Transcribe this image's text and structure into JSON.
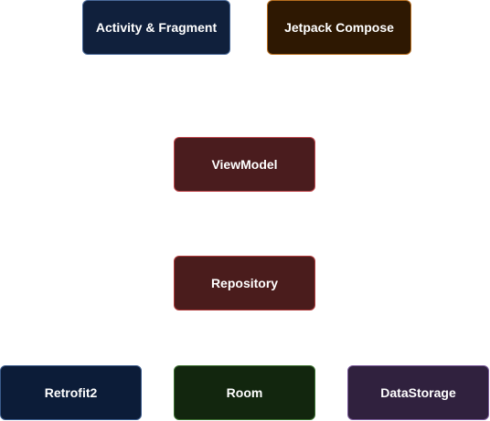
{
  "diagram": {
    "nodes": [
      {
        "id": "activity",
        "label": "Activity & Fragment",
        "fill": "#10203c",
        "border": "#4a6a9a"
      },
      {
        "id": "compose",
        "label": "Jetpack Compose",
        "fill": "#2e1802",
        "border": "#b86e1e"
      },
      {
        "id": "viewmodel",
        "label": "ViewModel",
        "fill": "#4a1c1e",
        "border": "#c0474c"
      },
      {
        "id": "repository",
        "label": "Repository",
        "fill": "#4a1c1c",
        "border": "#b03a3a"
      },
      {
        "id": "retrofit",
        "label": "Retrofit2",
        "fill": "#0c1c38",
        "border": "#3a5a8a"
      },
      {
        "id": "room",
        "label": "Room",
        "fill": "#12260e",
        "border": "#3c7030"
      },
      {
        "id": "datastorage",
        "label": "DataStorage",
        "fill": "#30213e",
        "border": "#7a5a9a"
      }
    ]
  }
}
